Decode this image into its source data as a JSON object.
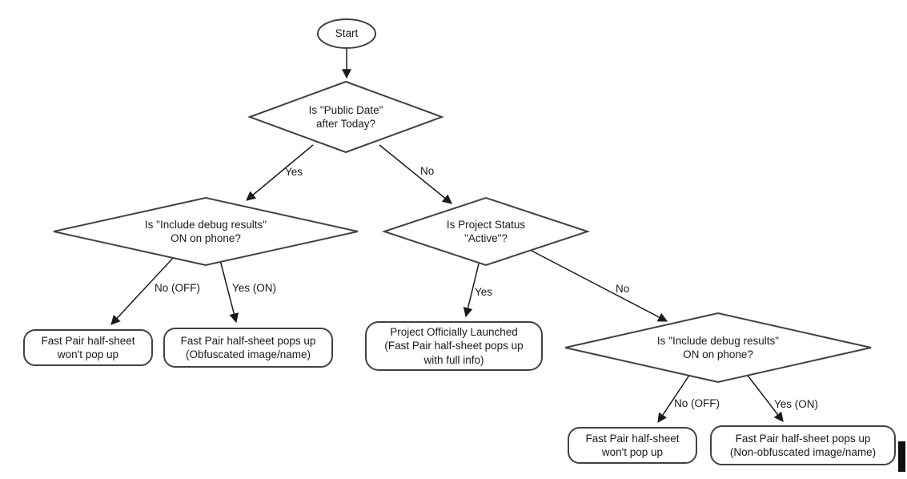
{
  "flowchart": {
    "start": {
      "label": "Start"
    },
    "decision_public_date": {
      "label": "Is \"Public Date\"\nafter Today?",
      "yes_label": "Yes",
      "no_label": "No"
    },
    "decision_debug_left": {
      "label": "Is \"Include debug results\"\nON on phone?",
      "no_label": "No (OFF)",
      "yes_label": "Yes (ON)"
    },
    "decision_project_status": {
      "label": "Is Project Status\n\"Active\"?",
      "yes_label": "Yes",
      "no_label": "No"
    },
    "decision_debug_right": {
      "label": "Is \"Include debug results\"\nON on phone?",
      "no_label": "No (OFF)",
      "yes_label": "Yes (ON)"
    },
    "outcome_no_popup_left": {
      "label": "Fast Pair half-sheet\nwon't pop up"
    },
    "outcome_obfuscated": {
      "label": "Fast Pair half-sheet pops up\n(Obfuscated image/name)"
    },
    "outcome_launched": {
      "label": "Project Officially Launched\n(Fast Pair half-sheet pops up\nwith full info)"
    },
    "outcome_no_popup_right": {
      "label": "Fast Pair half-sheet\nwon't pop up"
    },
    "outcome_non_obfuscated": {
      "label": "Fast Pair half-sheet pops up\n(Non-obfuscated image/name)"
    }
  },
  "colors": {
    "background": "#ffffff",
    "shape_fill": "#ffffff",
    "shape_stroke": "#424242",
    "arrow": "#1a1a1a",
    "text": "#1a1a1a",
    "cursor_bar": "#111111"
  }
}
